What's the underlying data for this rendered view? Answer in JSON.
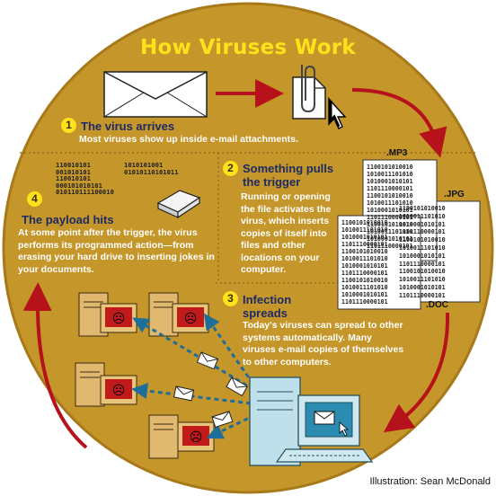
{
  "title": "How Viruses Work",
  "steps": [
    {
      "num": "1",
      "heading": "The virus arrives",
      "body": "Most viruses show up inside e-mail attachments."
    },
    {
      "num": "2",
      "heading": "Something pulls the trigger",
      "body": "Running or opening the file activates the virus, which inserts copies of itself into files and other locations on your computer."
    },
    {
      "num": "3",
      "heading": "Infection spreads",
      "body": "Today's viruses can spread to other systems automatically. Many viruses e-mail copies of themselves to other computers."
    },
    {
      "num": "4",
      "heading": "The payload hits",
      "body": "At some point after the trigger, the virus performs its programmed action—from erasing your hard drive to inserting jokes in your documents."
    }
  ],
  "file_labels": [
    ".MP3",
    ".JPG",
    ".DOC"
  ],
  "payload_binary": {
    "black": "110010101\n001010101\n110010101\n000101010101\n010110111100010",
    "red": "1010101001\n01010110101011"
  },
  "doc_binary": "1100101010010\n1010011101010\n1010001010101\n1101110000101\n1100101010010\n1010011101010\n1010001010101\n1101110000101\n1100101010010\n1010011101010\n1010001010101\n1101110000101",
  "credit": "Illustration: Sean McDonald",
  "colors": {
    "circle": "#c5962a",
    "circle_edge": "#a8791a",
    "title": "#ffe21a",
    "heading": "#1c2a66",
    "body": "#ffffff",
    "arrow": "#b5121b",
    "network_arrow": "#1e6e9a",
    "infected_screen": "#c01a1a"
  },
  "icons": [
    "envelope-icon",
    "attachment-paperclip-icon",
    "mouse-cursor-icon",
    "eraser-icon",
    "computer-tower-icon",
    "infected-monitor-icon",
    "email-envelope-icon"
  ]
}
